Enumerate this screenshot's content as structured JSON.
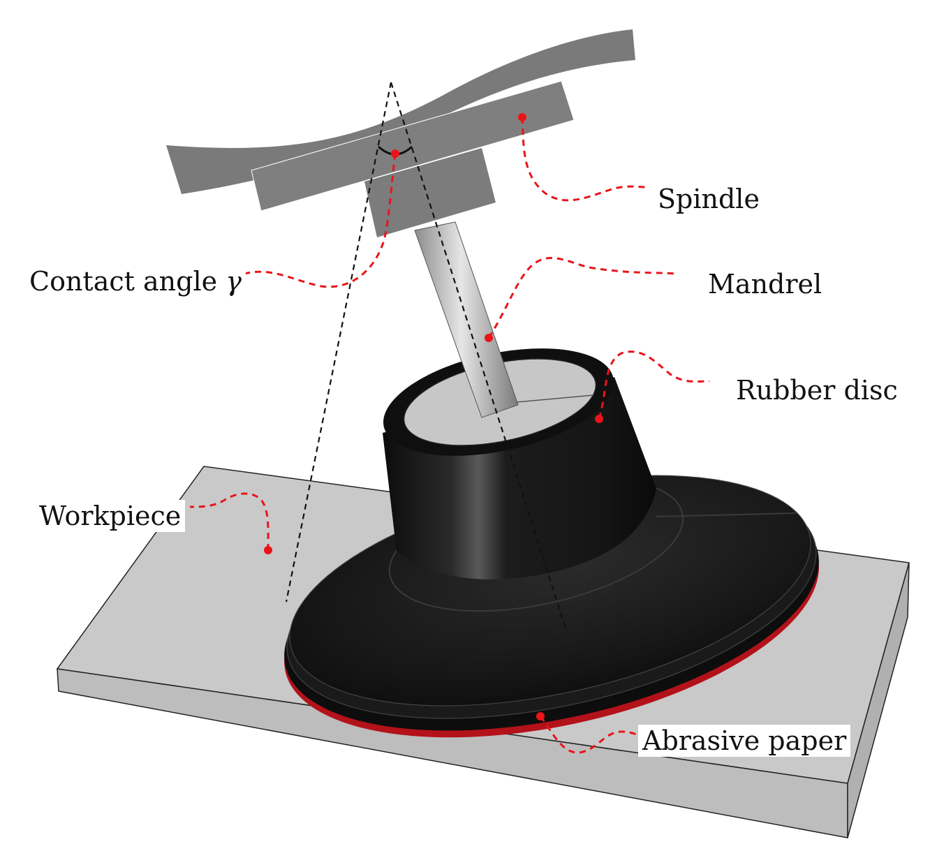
{
  "labels": {
    "spindle": "Spindle",
    "mandrel": "Mandrel",
    "rubber_disc": "Rubber disc",
    "contact_angle": "Contact angle",
    "contact_angle_symbol": "γ",
    "workpiece": "Workpiece",
    "abrasive_paper": "Abrasive paper"
  },
  "colors": {
    "spindle": "#7a7a7a",
    "mandrel": "#b8b8b8",
    "rubber_disc": "#141414",
    "workpiece": "#c8c8c8",
    "leader_line": "#e8141a",
    "abrasive_edge": "#b3121a",
    "axis_line": "#111111"
  }
}
